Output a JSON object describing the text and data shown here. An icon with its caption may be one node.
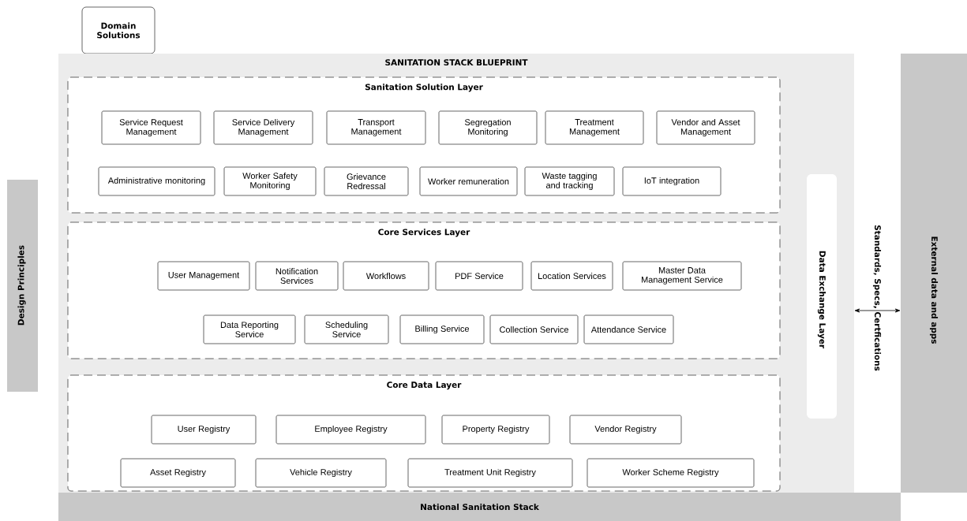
{
  "diagram": {
    "nodes": [
      {
        "text": [
          "Domain Solutions"
        ]
      },
      {
        "text": [
          "Design Principles"
        ]
      },
      {
        "text": [
          "SANITATION STACK BLUEPRINT"
        ]
      },
      {
        "text": [
          "Sanitation Solution Layer"
        ],
        "in": 2
      },
      {
        "text": [
          "Service Request Management"
        ],
        "in": 3
      },
      {
        "text": [
          "Service Delivery Management"
        ],
        "in": 3
      },
      {
        "text": [
          "Transport Management"
        ],
        "in": 3
      },
      {
        "text": [
          "Segregation Monitoring"
        ],
        "in": 3
      },
      {
        "text": [
          "Treatment Management"
        ],
        "in": 3
      },
      {
        "text": [
          "Vendor and Asset Management"
        ],
        "in": 3
      },
      {
        "text": [
          "Administrative monitoring"
        ],
        "in": 3
      },
      {
        "text": [
          "Worker Safety Monitoring"
        ],
        "in": 3
      },
      {
        "text": [
          "Grievance Redressal"
        ],
        "in": 3
      },
      {
        "text": [
          "Worker remuneration"
        ],
        "in": 3
      },
      {
        "text": [
          "Waste tagging and tracking"
        ],
        "in": 3
      },
      {
        "text": [
          "IoT integration"
        ],
        "in": 3
      },
      {
        "text": [
          "Core Services Layer"
        ],
        "in": 2
      },
      {
        "text": [
          "User Management"
        ],
        "in": 16
      },
      {
        "text": [
          "Notification Services"
        ],
        "in": 16
      },
      {
        "text": [
          "Workflows"
        ],
        "in": 16
      },
      {
        "text": [
          "PDF Service"
        ],
        "in": 16
      },
      {
        "text": [
          "Location Services"
        ],
        "in": 16
      },
      {
        "text": [
          "Master Data Management Service"
        ],
        "in": 16
      },
      {
        "text": [
          "Data Reporting Service"
        ],
        "in": 16
      },
      {
        "text": [
          "Scheduling Service"
        ],
        "in": 16
      },
      {
        "text": [
          "Billing Service"
        ],
        "in": 16
      },
      {
        "text": [
          "Collection Service"
        ],
        "in": 16
      },
      {
        "text": [
          "Attendance Service"
        ],
        "in": 16
      },
      {
        "text": [
          "Core Data Layer"
        ],
        "in": 2
      },
      {
        "text": [
          "User Registry"
        ],
        "in": 28
      },
      {
        "text": [
          "Employee Registry"
        ],
        "in": 28
      },
      {
        "text": [
          "Property Registry"
        ],
        "in": 28
      },
      {
        "text": [
          "Vendor Registry"
        ],
        "in": 28
      },
      {
        "text": [
          "Asset Registry"
        ],
        "in": 28
      },
      {
        "text": [
          "Vehicle Registry"
        ],
        "in": 28
      },
      {
        "text": [
          "Treatment Unit Registry"
        ],
        "in": 28
      },
      {
        "text": [
          "Worker Scheme Registry"
        ],
        "in": 28
      },
      {
        "text": [
          "Data Exchange Layer"
        ],
        "in": 2
      },
      {
        "text": [
          "External data and apps"
        ]
      },
      {
        "text": [
          "National Sanitation Stack"
        ]
      }
    ],
    "edges": [
      {
        "from": 2,
        "to": 38,
        "arrow": "both"
      }
    ],
    "labels": [
      "Standards, Specs, Certfications"
    ]
  }
}
